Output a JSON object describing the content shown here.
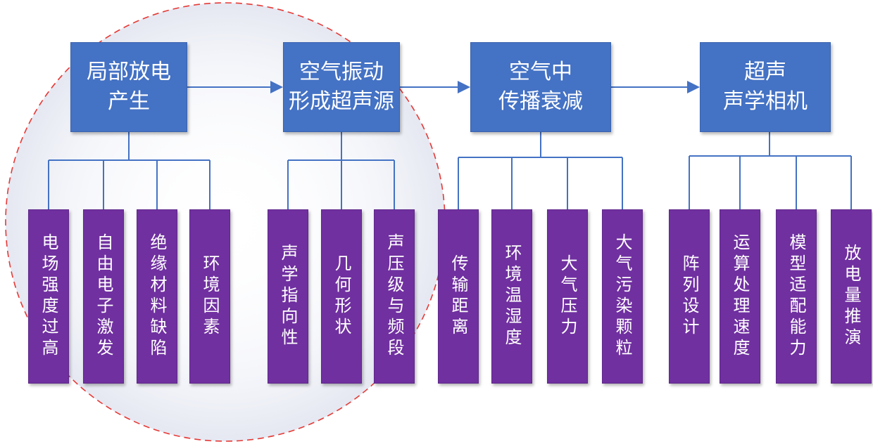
{
  "colors": {
    "stage_fill": "#4472c4",
    "factor_fill": "#7030a0",
    "connector": "#4472c4",
    "dashed_circle": "#e53935"
  },
  "icons": {
    "arrow": "arrow-right-icon",
    "highlight": "dashed-circle-highlight"
  },
  "stages": [
    {
      "label": "局部放电\n产生",
      "factors": [
        "电场强度过高",
        "自由电子激发",
        "绝缘材料缺陷",
        "环境因素"
      ]
    },
    {
      "label": "空气振动\n形成超声源",
      "factors": [
        "声学指向性",
        "几何形状",
        "声压级与频段"
      ]
    },
    {
      "label": "空气中\n传播衰减",
      "factors": [
        "传输距离",
        "环境温湿度",
        "大气压力",
        "大气污染颗粒"
      ]
    },
    {
      "label": "超声\n声学相机",
      "factors": [
        "阵列设计",
        "运算处理速度",
        "模型适配能力",
        "放电量推演"
      ]
    }
  ]
}
